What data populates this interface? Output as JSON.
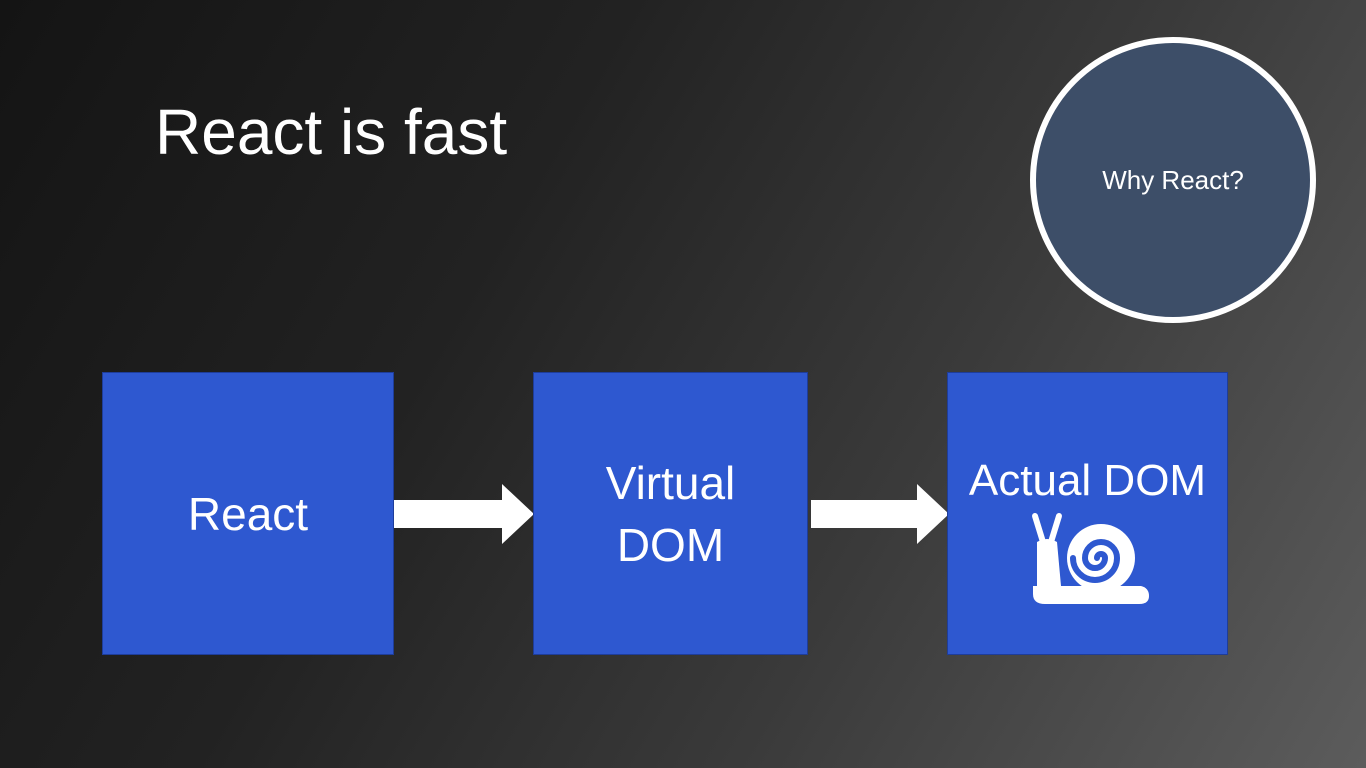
{
  "slide": {
    "title": "React is fast",
    "badge_label": "Why React?"
  },
  "diagram": {
    "nodes": [
      {
        "id": "react",
        "label": "React"
      },
      {
        "id": "virtual-dom",
        "label": "Virtual\nDOM"
      },
      {
        "id": "actual-dom",
        "label": "Actual DOM",
        "icon": "snail-icon"
      }
    ],
    "edges": [
      {
        "from": "react",
        "to": "virtual-dom"
      },
      {
        "from": "virtual-dom",
        "to": "actual-dom"
      }
    ]
  },
  "colors": {
    "box_fill": "#2e58d0",
    "badge_fill": "#3d4e68",
    "text": "#ffffff",
    "arrow": "#ffffff"
  }
}
